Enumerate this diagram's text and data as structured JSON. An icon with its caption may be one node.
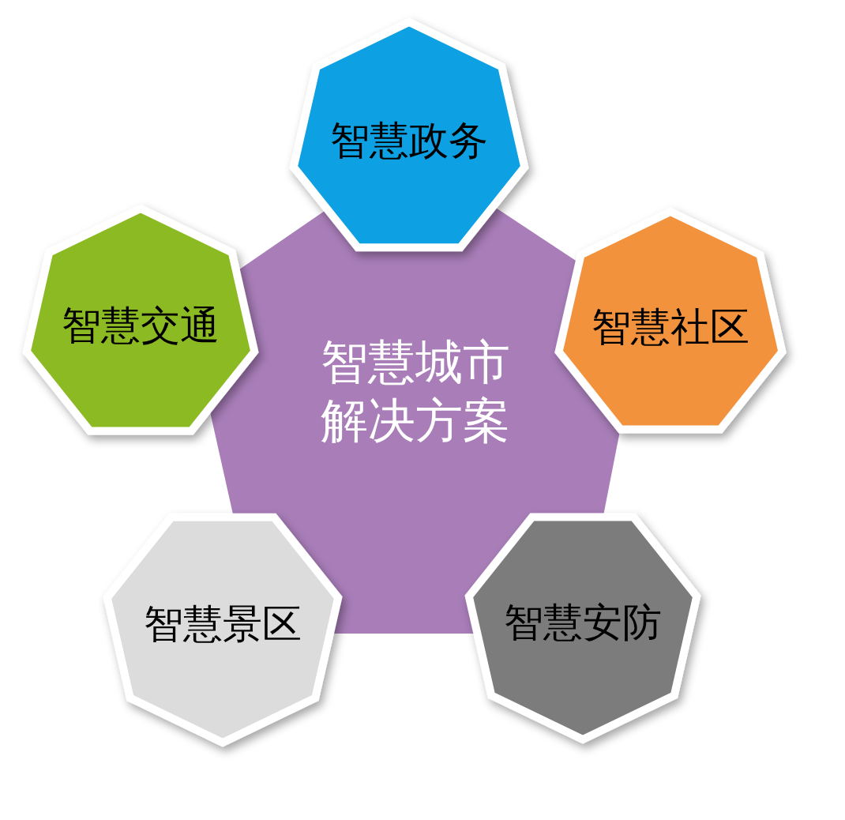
{
  "diagram": {
    "nodes": [
      {
        "text": [
          "智慧城市解决方案"
        ]
      },
      {
        "text": [
          "智慧政务"
        ]
      },
      {
        "text": [
          "智慧交通"
        ]
      },
      {
        "text": [
          "智慧社区"
        ]
      },
      {
        "text": [
          "智慧景区"
        ]
      },
      {
        "text": [
          "智慧安防"
        ]
      }
    ]
  }
}
